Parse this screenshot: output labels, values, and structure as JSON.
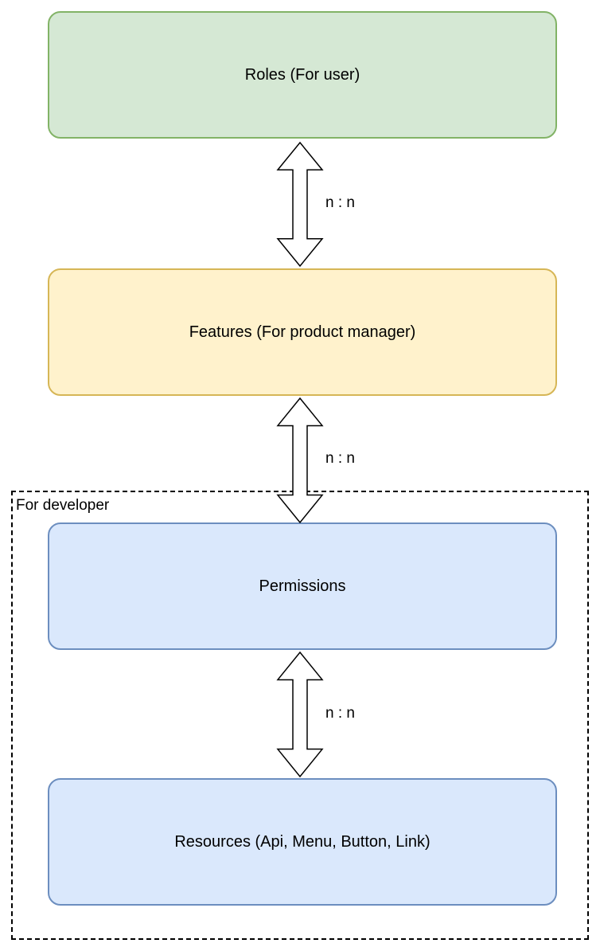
{
  "diagram": {
    "nodes": {
      "roles": {
        "label": "Roles (For user)",
        "fill": "#d5e8d4",
        "border": "#82b366"
      },
      "features": {
        "label": "Features (For product manager)",
        "fill": "#fff2cc",
        "border": "#d6b656"
      },
      "permissions": {
        "label": "Permissions",
        "fill": "#dae8fc",
        "border": "#6c8ebf"
      },
      "resources": {
        "label": "Resources (Api, Menu, Button, Link)",
        "fill": "#dae8fc",
        "border": "#6c8ebf"
      }
    },
    "edges": [
      {
        "from": "roles",
        "to": "features",
        "label": "n : n"
      },
      {
        "from": "features",
        "to": "permissions",
        "label": "n : n"
      },
      {
        "from": "permissions",
        "to": "resources",
        "label": "n : n"
      }
    ],
    "group": {
      "label": "For developer",
      "contains": [
        "permissions",
        "resources"
      ]
    },
    "colors": {
      "arrow_fill": "#ffffff",
      "arrow_stroke": "#000000",
      "text": "#000000",
      "group_border": "#000000"
    }
  }
}
